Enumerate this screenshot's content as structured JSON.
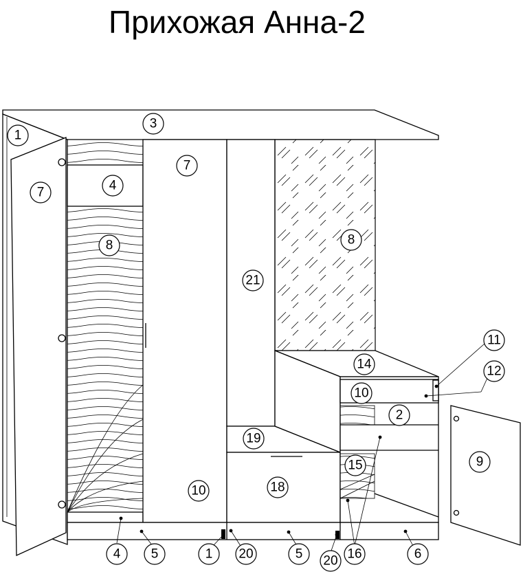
{
  "title": "Прихожая Анна-2",
  "labels": [
    "1",
    "3",
    "7",
    "4",
    "7",
    "8",
    "8",
    "21",
    "11",
    "14",
    "12",
    "10",
    "2",
    "19",
    "9",
    "15",
    "18",
    "10",
    "4",
    "5",
    "1",
    "20",
    "5",
    "20",
    "16",
    "6"
  ]
}
